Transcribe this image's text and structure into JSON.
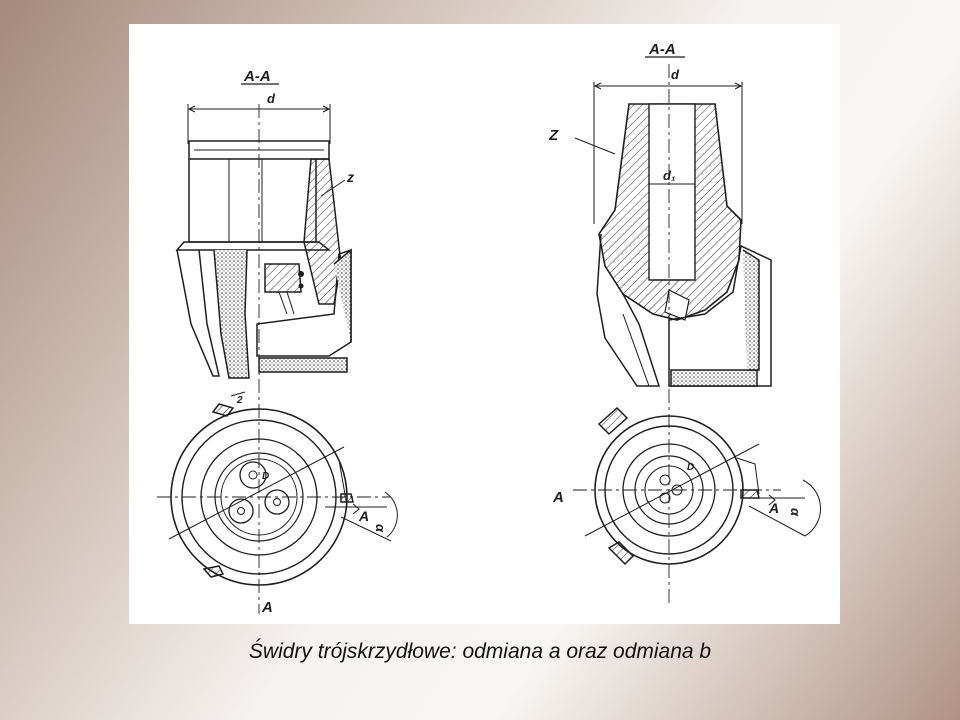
{
  "caption": "Świdry trójskrzydłowe: odmiana a oraz odmiana b",
  "colors": {
    "ink": "#1e1e1e",
    "paper": "#ffffff"
  },
  "drawing_a": {
    "section_label": "A-A",
    "dim_label": "d",
    "part_label": "z",
    "cut_label": "A",
    "angle_label": "α",
    "blade_number": "2",
    "bottom_section_label": "A"
  },
  "drawing_b": {
    "section_label": "A-A",
    "dim_label": "d",
    "part_label": "Z",
    "inner_dim_label": "d₁",
    "cut_label": "A",
    "angle_label": "α",
    "left_section_label": "A"
  }
}
